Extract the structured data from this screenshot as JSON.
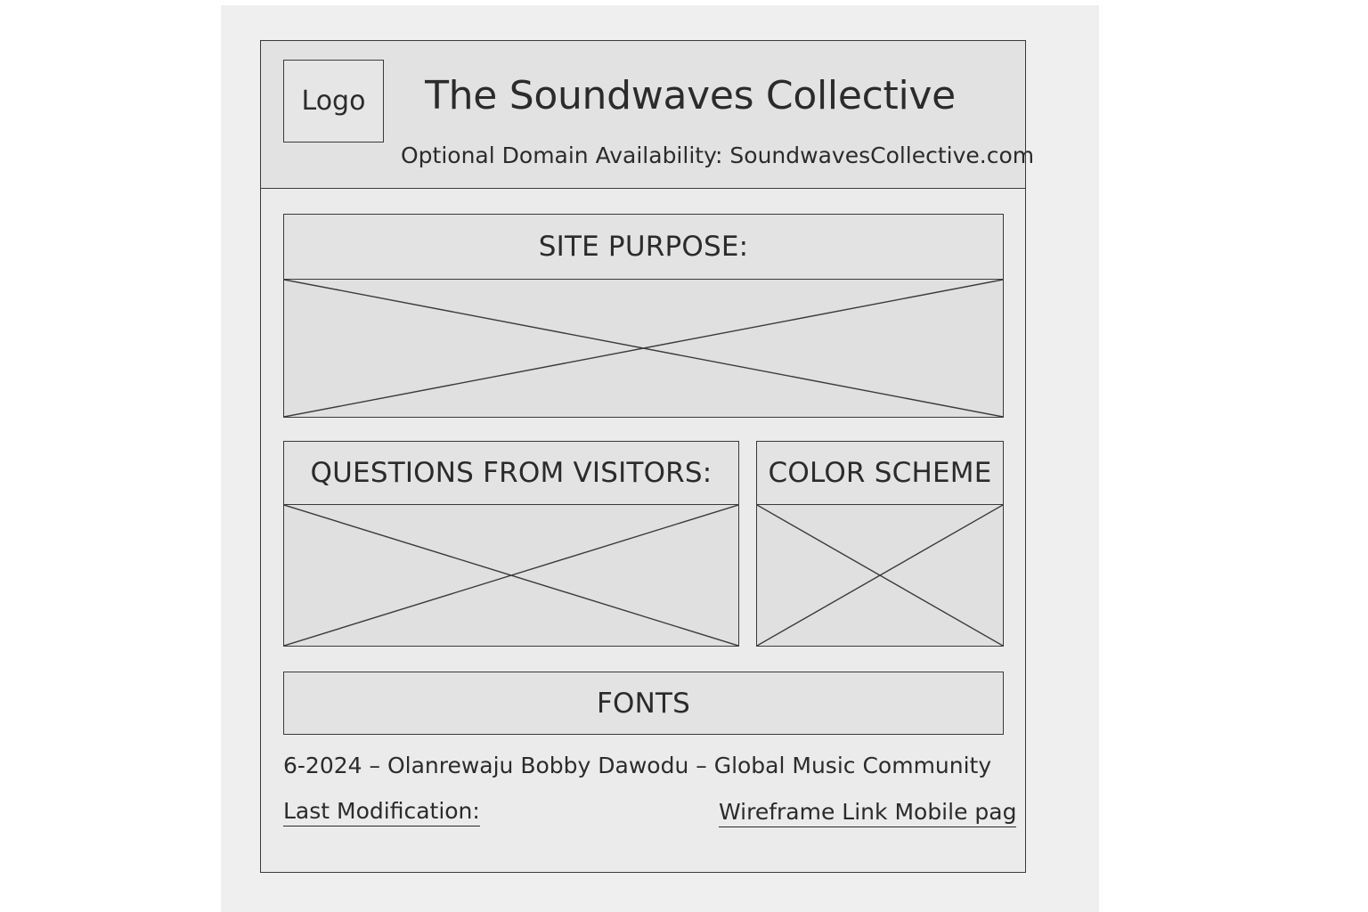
{
  "header": {
    "logo_label": "Logo",
    "title": "The Soundwaves Collective",
    "domain": "Optional Domain Availability: SoundwavesCollective.com"
  },
  "sections": {
    "site_purpose": "SITE PURPOSE:",
    "questions": "QUESTIONS FROM VISITORS:",
    "color_scheme": "COLOR SCHEME",
    "fonts": "FONTS"
  },
  "footer": {
    "meta": "6-2024 – Olanrewaju Bobby Dawodu – Global Music Community",
    "last_modification": "Last Modification:",
    "wireframe_link": "Wireframe Link Mobile pag"
  }
}
